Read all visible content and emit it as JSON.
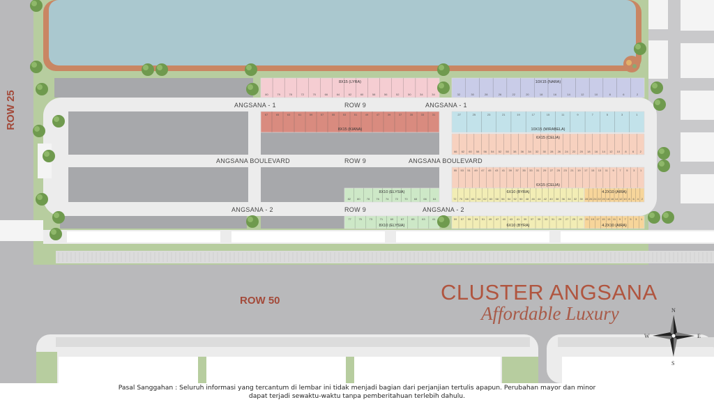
{
  "map": {
    "rows": {
      "row25": "ROW 25",
      "row50": "ROW 50",
      "row9": "ROW 9"
    },
    "roads": {
      "angsana1": "ANGSANA - 1",
      "angsana2": "ANGSANA - 2",
      "boulevard": "ANGSANA BOULEVARD"
    },
    "blocks": [
      {
        "label": "8X15 (LYRA)",
        "color": "#f5cdd2",
        "numbers": [
          80,
          79,
          78,
          72,
          70,
          66,
          64,
          62,
          60,
          58,
          56,
          52,
          50,
          34,
          34
        ]
      },
      {
        "label": "10X15 (NARA)",
        "color": "#c9cce8",
        "numbers": [
          32,
          30,
          28,
          26,
          22,
          20,
          18,
          16,
          14,
          12,
          10,
          8,
          6,
          2
        ]
      },
      {
        "label": "8X15 (KIANA)",
        "color": "#d98b7f",
        "numbers": [
          67,
          65,
          63,
          61,
          59,
          57,
          55,
          53,
          51,
          49,
          47,
          39,
          37,
          35,
          33,
          31
        ]
      },
      {
        "label": "10X15 (MIRABELA)",
        "color": "#c2e2ea",
        "numbers": [
          27,
          25,
          23,
          21,
          19,
          17,
          15,
          11,
          9,
          7,
          5,
          3,
          1
        ]
      },
      {
        "label": "6X15 (CELIA)",
        "color": "#f7d1bf",
        "numbers": [
          66,
          62,
          60,
          58,
          56,
          54,
          52,
          50,
          38,
          36,
          34,
          32,
          30,
          28,
          26,
          24,
          22,
          20,
          18,
          16,
          14,
          12,
          10,
          8,
          6,
          2
        ]
      },
      {
        "label": "6X15 (CELIA)",
        "color": "#f7d1bf",
        "numbers": [
          55,
          53,
          51,
          49,
          47,
          45,
          43,
          41,
          39,
          37,
          35,
          33,
          31,
          29,
          27,
          25,
          23,
          21,
          19,
          17,
          15,
          13,
          11,
          9,
          7,
          5,
          3,
          1
        ]
      },
      {
        "label": "8X10 (ELYSIA)",
        "color": "#cde8c7",
        "numbers": [
          82,
          80,
          78,
          76,
          74,
          72,
          70,
          68,
          66,
          64
        ]
      },
      {
        "label": "6X10 (BYRA)",
        "color": "#f2edb5",
        "numbers": [
          72,
          70,
          68,
          66,
          64,
          62,
          60,
          58,
          56,
          54,
          52,
          50,
          48,
          46,
          44,
          42,
          40,
          38,
          36,
          34,
          32,
          30
        ]
      },
      {
        "label": "4.2X10 (AIRA)",
        "color": "#f7d59a",
        "numbers": [
          28,
          26,
          24,
          22,
          20,
          18,
          16,
          14,
          12,
          10,
          8,
          6,
          4,
          2
        ]
      },
      {
        "label": "8X10 (ELYSIA)",
        "color": "#cde8c7",
        "numbers": [
          77,
          75,
          73,
          71,
          69,
          67,
          65,
          63,
          61
        ]
      },
      {
        "label": "6X10 (BYRA)",
        "color": "#f2edb5",
        "numbers": [
          59,
          57,
          55,
          53,
          51,
          49,
          47,
          45,
          43,
          41,
          39,
          37,
          35,
          33,
          31,
          29,
          27,
          25,
          23
        ]
      },
      {
        "label": "4.2X10 (AIRA)",
        "color": "#f7d59a",
        "numbers": [
          21,
          19,
          17,
          15,
          13,
          11,
          9,
          7,
          5,
          3,
          1
        ]
      }
    ],
    "compass": {
      "n": "N",
      "s": "S",
      "e": "E",
      "w": "W"
    }
  },
  "cluster": {
    "title": "CLUSTER ANGSANA",
    "subtitle": "Affordable Luxury"
  },
  "disclaimer": {
    "line1": "Pasal Sanggahan : Seluruh informasi yang tercantum di lembar ini tidak menjadi bagian dari perjanjian tertulis apapun. Perubahan mayor dan minor",
    "line2": "dapat terjadi sewaktu-waktu tanpa pemberitahuan terlebih dahulu."
  },
  "colors": {
    "road": "#ececec",
    "asphalt": "#b9b9bb",
    "block": "#a7a8ab",
    "lake": "#aac8cf",
    "lakeBorder": "#c98663",
    "grass": "#b7cd9f",
    "accent": "#b0553f"
  }
}
